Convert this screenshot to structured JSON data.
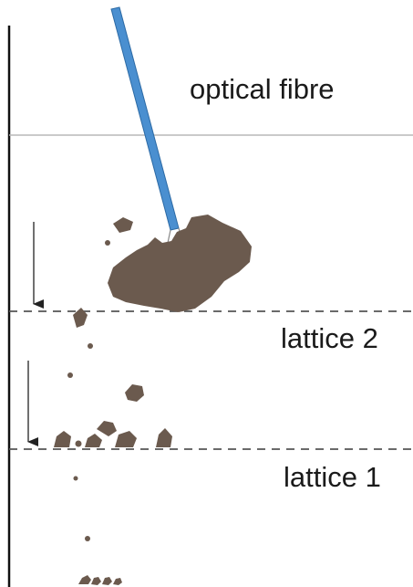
{
  "labels": {
    "fibre": "optical fibre",
    "lattice_upper": "lattice 2",
    "lattice_lower": "lattice 1"
  },
  "colors": {
    "fibre": "#4a8fd0",
    "fibre_edge": "#2c6aa5",
    "particle": "#6b5a4e",
    "wall": "#111111",
    "surface_line": "#b8b8b8",
    "lattice_line": "#555555",
    "arrow": "#222222"
  }
}
